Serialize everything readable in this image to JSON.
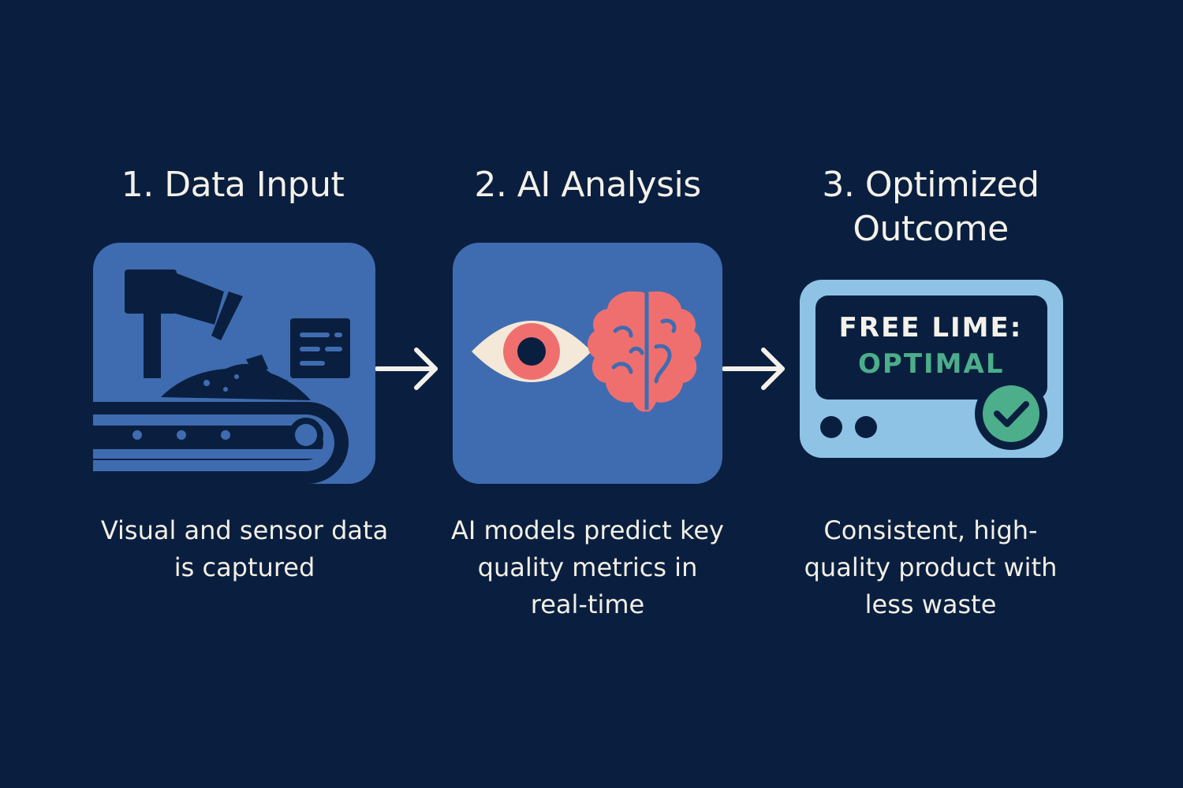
{
  "steps": [
    {
      "title": "1. Data Input",
      "description": "Visual and sensor data is captured",
      "icon": "conveyor-crusher-icon"
    },
    {
      "title": "2. AI Analysis",
      "description": "AI models predict key quality metrics in real-time",
      "icon": "eye-brain-icon"
    },
    {
      "title_line1": "3. Optimized",
      "title_line2": "Outcome",
      "description": "Consistent, high-quality product with less waste",
      "icon": "monitor-check-icon",
      "monitor": {
        "label": "FREE LIME:",
        "value": "OPTIMAL"
      }
    }
  ],
  "colors": {
    "background": "#0a1f3f",
    "panel_blue": "#3f6cb0",
    "dark_navy": "#0a1f3f",
    "light_blue": "#8ec3e6",
    "coral": "#ef6f6f",
    "green": "#4cae8a",
    "cream": "#f4f1ea"
  }
}
